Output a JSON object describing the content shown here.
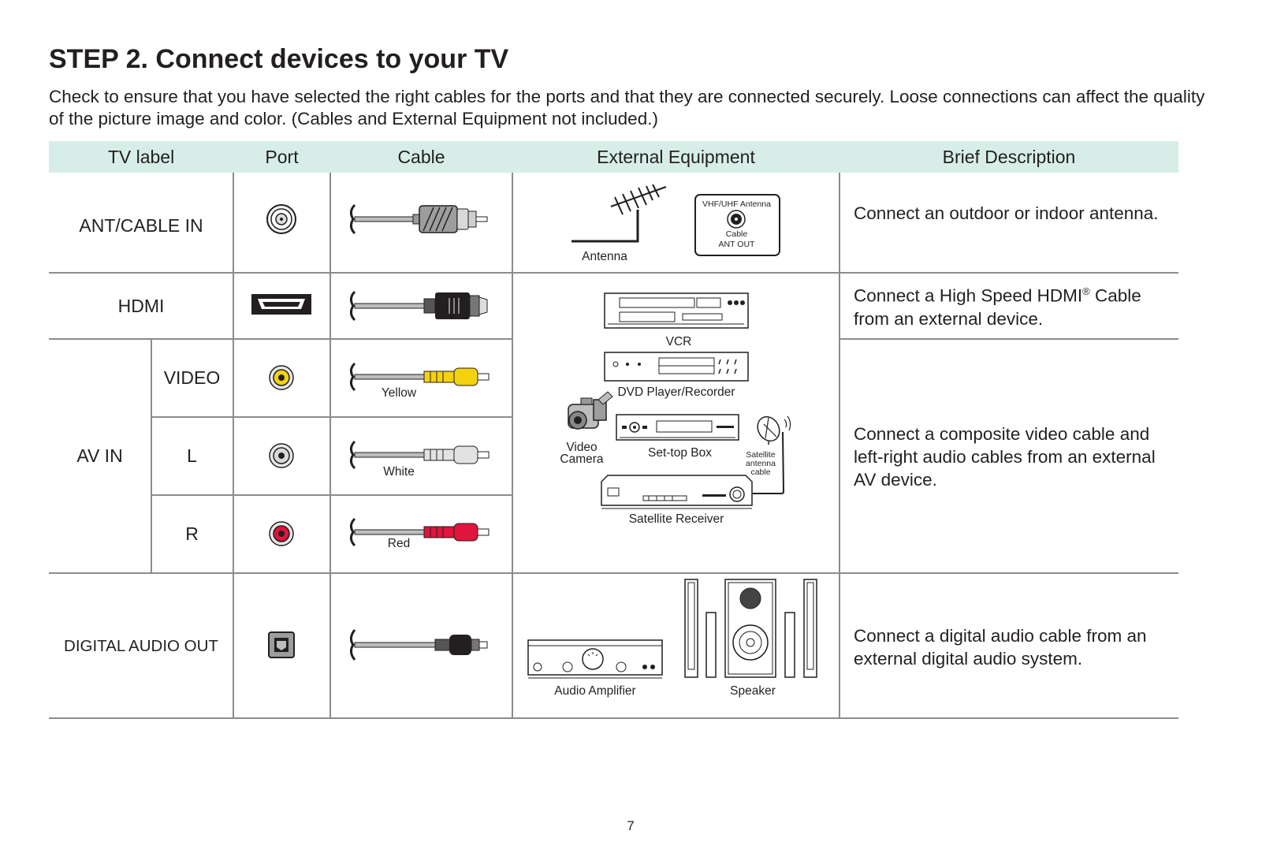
{
  "page": {
    "title": "STEP 2. Connect devices to your TV",
    "intro": "Check to ensure that you have selected the right cables for the ports and that they are connected securely. Loose connections can affect the quality of the picture image and color. (Cables and External Equipment not included.)",
    "page_number": "7"
  },
  "table": {
    "headers": {
      "tv_label": "TV label",
      "port": "Port",
      "cable": "Cable",
      "external_equipment": "External Equipment",
      "brief_description": "Brief Description"
    },
    "rows": {
      "ant": {
        "label": "ANT/CABLE IN",
        "port_icon": "coaxial-port-icon",
        "cable_icon": "coaxial-cable-icon",
        "antenna_caption": "Antenna",
        "wall_plate_title": "VHF/UHF Antenna",
        "wall_plate_line1": "Cable",
        "wall_plate_line2": "ANT OUT",
        "description": "Connect an outdoor or indoor antenna."
      },
      "hdmi": {
        "label": "HDMI",
        "port_icon": "hdmi-port-icon",
        "cable_icon": "hdmi-cable-icon",
        "description_pre": "Connect a High Speed HDMI",
        "description_sup": "®",
        "description_post": " Cable from an external device."
      },
      "av": {
        "label": "AV IN",
        "video_label": "VIDEO",
        "l_label": "L",
        "r_label": "R",
        "yellow": "Yellow",
        "white": "White",
        "red": "Red",
        "colors": {
          "yellow": "#f5d20f",
          "white": "#e2e2e2",
          "red": "#e0143c"
        },
        "description": "Connect a composite video cable and left-right audio cables from an external AV device."
      },
      "devices": {
        "vcr": "VCR",
        "dvd": "DVD Player/Recorder",
        "camera_line1": "Video",
        "camera_line2": "Camera",
        "settop": "Set-top Box",
        "sat_line1": "Satellite",
        "sat_line2": "antenna",
        "sat_line3": "cable",
        "receiver": "Satellite Receiver"
      },
      "digital": {
        "label": "DIGITAL AUDIO OUT",
        "port_icon": "optical-port-icon",
        "cable_icon": "optical-cable-icon",
        "amplifier": "Audio Amplifier",
        "speaker": "Speaker",
        "description": "Connect a digital audio cable from an external digital audio system."
      }
    }
  },
  "colors": {
    "header_band": "#d7eee8",
    "rule": "#8c8c8c"
  }
}
